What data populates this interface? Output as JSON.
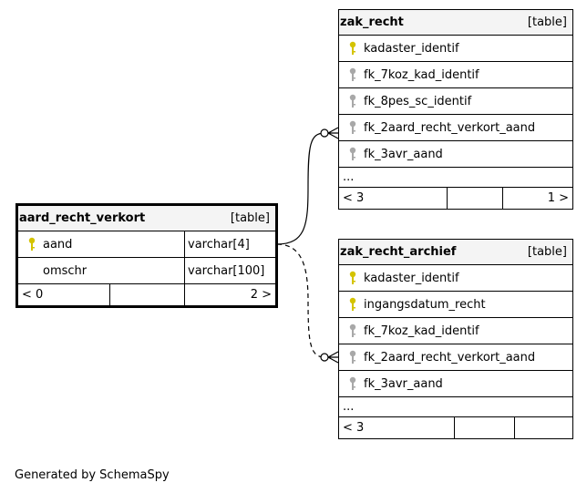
{
  "tables": {
    "aard_recht_verkort": {
      "name": "aard_recht_verkort",
      "kind": "[table]",
      "columns": [
        {
          "name": "aand",
          "type": "varchar[4]",
          "key": "primary"
        },
        {
          "name": "omschr",
          "type": "varchar[100]",
          "key": "none"
        }
      ],
      "footer": {
        "parents": "< 0",
        "rows": "",
        "children": "2 >"
      }
    },
    "zak_recht": {
      "name": "zak_recht",
      "kind": "[table]",
      "columns": [
        {
          "name": "kadaster_identif",
          "key": "primary"
        },
        {
          "name": "fk_7koz_kad_identif",
          "key": "foreign"
        },
        {
          "name": "fk_8pes_sc_identif",
          "key": "foreign"
        },
        {
          "name": "fk_2aard_recht_verkort_aand",
          "key": "foreign"
        },
        {
          "name": "fk_3avr_aand",
          "key": "foreign"
        }
      ],
      "ellipsis": "...",
      "footer": {
        "parents": "< 3",
        "rows": "",
        "children": "1 >"
      }
    },
    "zak_recht_archief": {
      "name": "zak_recht_archief",
      "kind": "[table]",
      "columns": [
        {
          "name": "kadaster_identif",
          "key": "primary"
        },
        {
          "name": "ingangsdatum_recht",
          "key": "primary"
        },
        {
          "name": "fk_7koz_kad_identif",
          "key": "foreign"
        },
        {
          "name": "fk_2aard_recht_verkort_aand",
          "key": "foreign"
        },
        {
          "name": "fk_3avr_aand",
          "key": "foreign"
        }
      ],
      "ellipsis": "...",
      "footer": {
        "parents": "< 3",
        "rows": "",
        "children": ""
      }
    }
  },
  "colors": {
    "primary_key": "#d4c300",
    "foreign_key": "#a8a8a8",
    "header_bg": "#f4f4f4"
  },
  "relationships": [
    {
      "from": "zak_recht.fk_2aard_recht_verkort_aand",
      "to": "aard_recht_verkort.aand",
      "style": "solid"
    },
    {
      "from": "zak_recht_archief.fk_2aard_recht_verkort_aand",
      "to": "aard_recht_verkort.aand",
      "style": "dashed"
    }
  ],
  "footer_text": "Generated by SchemaSpy"
}
